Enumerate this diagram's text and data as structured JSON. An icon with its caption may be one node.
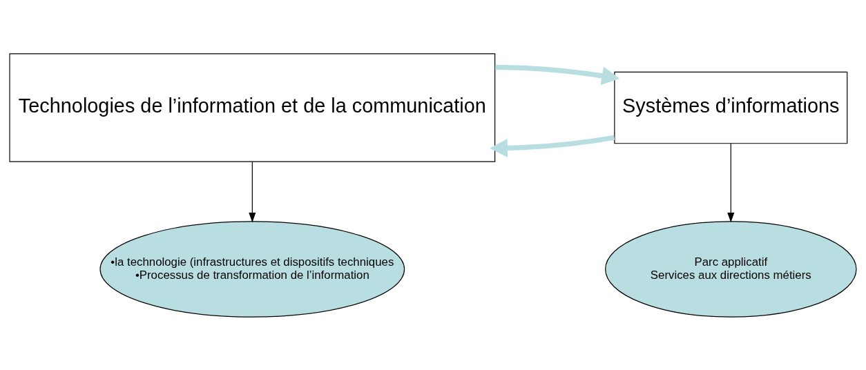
{
  "diagram": {
    "nodes": [
      {
        "text": [
          "Technologies de l’information et de la communication"
        ]
      },
      {
        "text": [
          "Systèmes d’informations"
        ]
      },
      {
        "text": [
          "•la technologie (infrastructures et dispositifs techniques",
          "•Processus de transformation de l’information"
        ]
      },
      {
        "text": [
          "Parc applicatif",
          "Services aux directions métiers"
        ]
      }
    ],
    "edges": [
      {
        "from": 1,
        "to": 0,
        "arrow": "to",
        "style": "thick",
        "color": "#b8dee2"
      },
      {
        "from": 0,
        "to": 1,
        "arrow": "to",
        "style": "thick",
        "color": "#b8dee2"
      },
      {
        "from": 0,
        "to": 2,
        "arrow": "to",
        "color": "#000000"
      },
      {
        "from": 1,
        "to": 3,
        "arrow": "to",
        "color": "#000000"
      }
    ]
  }
}
